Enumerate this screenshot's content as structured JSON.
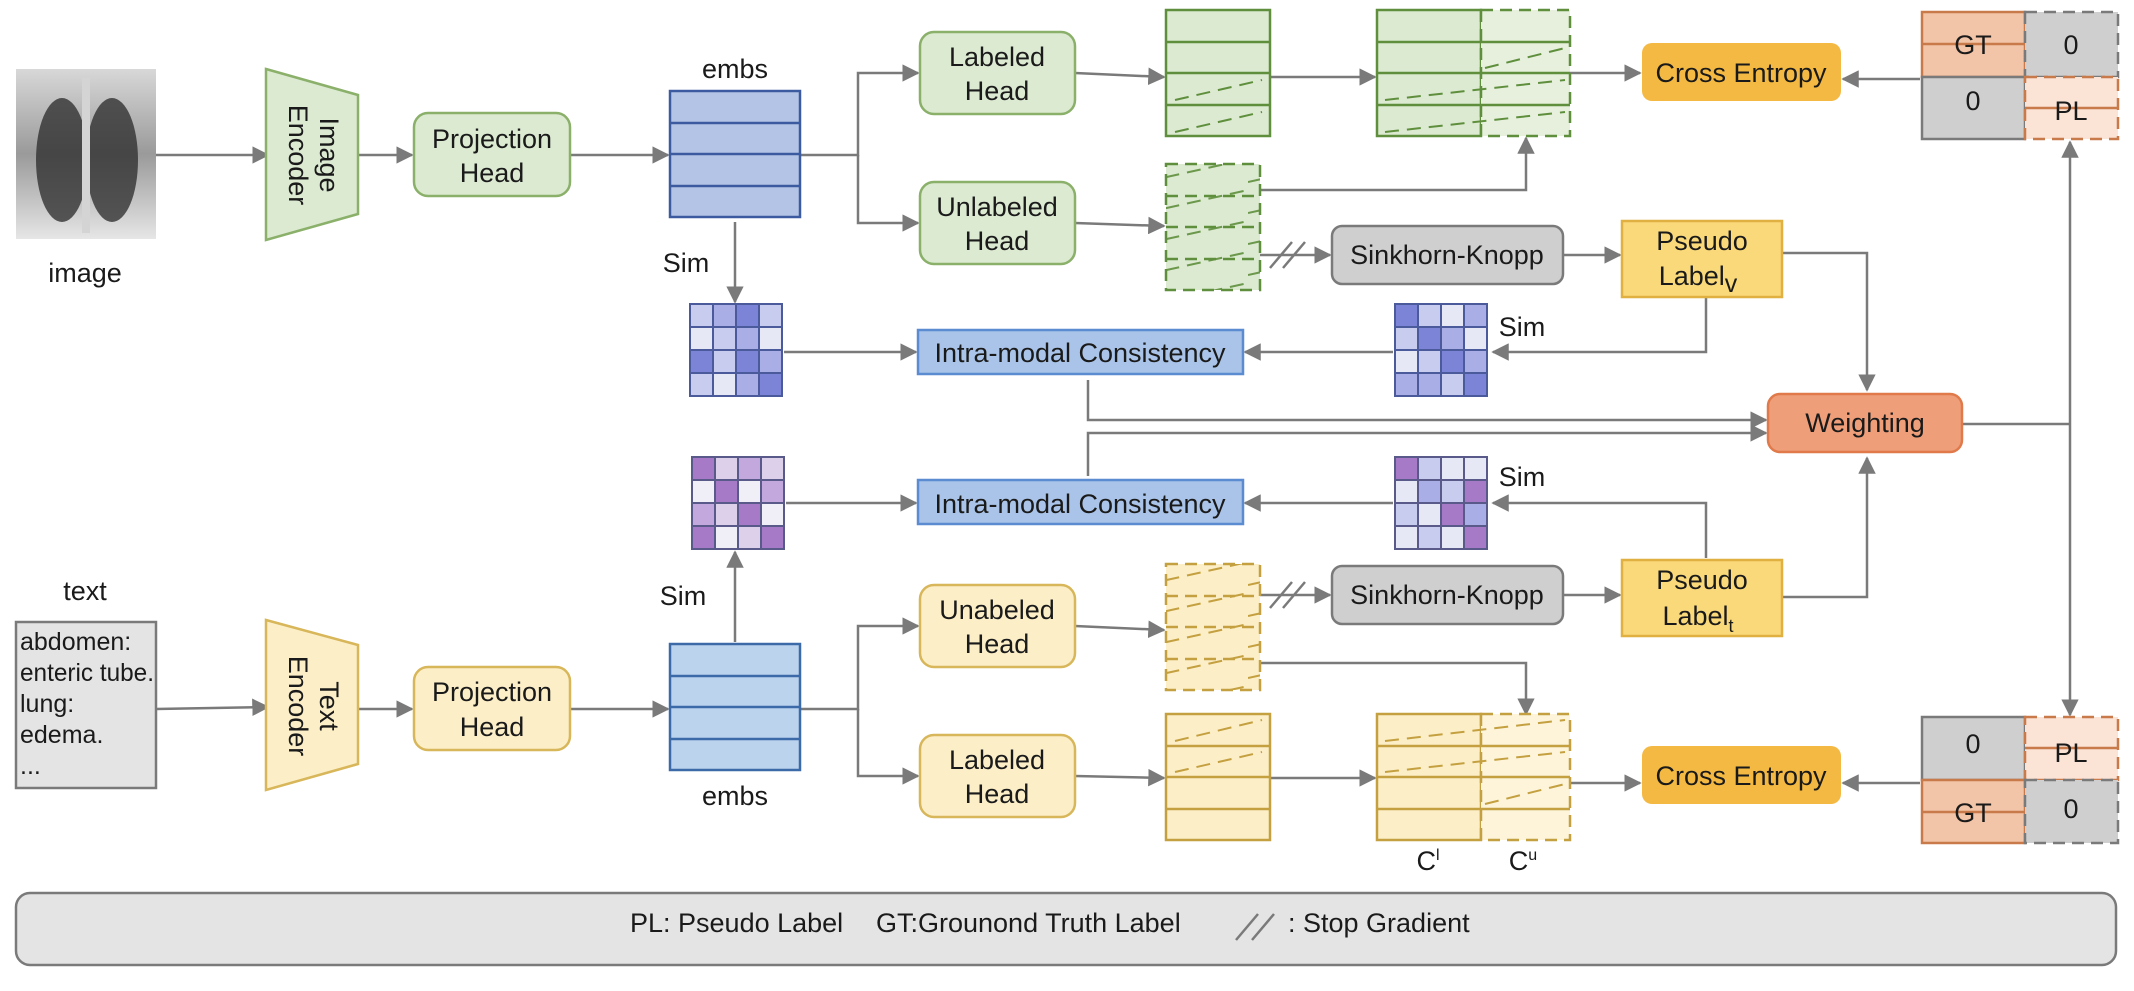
{
  "image_block": {
    "label": "image"
  },
  "image_encoder": {
    "line1": "Image",
    "line2": "Encoder"
  },
  "image_projection": {
    "line1": "Projection",
    "line2": "Head"
  },
  "image_embs": {
    "label": "embs"
  },
  "image_labeled_head": {
    "line1": "Labeled",
    "line2": "Head"
  },
  "image_unlabeled_head": {
    "line1": "Unlabeled",
    "line2": "Head"
  },
  "sinkhorn_top": "Sinkhorn-Knopp",
  "sinkhorn_bottom": "Sinkhorn-Knopp",
  "pseudo_v": {
    "line1": "Pseudo",
    "line2": "Label",
    "sub": "v"
  },
  "pseudo_t": {
    "line1": "Pseudo",
    "line2": "Label",
    "sub": "t"
  },
  "cross_entropy_top": "Cross Entropy",
  "cross_entropy_bottom": "Cross Entropy",
  "weighting": "Weighting",
  "intra_top": "Intra-modal Consistency",
  "intra_bottom": "Intra-modal Consistency",
  "sim_labels": {
    "img_sim": "Sim",
    "pl_v_sim": "Sim",
    "pl_t_sim": "Sim",
    "txt_sim": "Sim"
  },
  "text_block": {
    "title": "text",
    "lines": [
      "abdomen:",
      "enteric tube.",
      "lung:",
      "edema.",
      "..."
    ]
  },
  "text_encoder": {
    "line1": "Text",
    "line2": "Encoder"
  },
  "text_projection": {
    "line1": "Projection",
    "line2": "Head"
  },
  "text_embs": {
    "label": "embs"
  },
  "text_unlabeled_head": {
    "line1": "Unabeled",
    "line2": "Head"
  },
  "text_labeled_head": {
    "line1": "Labeled",
    "line2": "Head"
  },
  "matrix_top": {
    "gt": "GT",
    "zero_a": "0",
    "zero_b": "0",
    "pl": "PL"
  },
  "matrix_bottom": {
    "zero_a": "0",
    "pl": "PL",
    "gt": "GT",
    "zero_b": "0"
  },
  "concat_labels": {
    "c_l_base": "C",
    "c_l_sup": "l",
    "c_u_base": "C",
    "c_u_sup": "u"
  },
  "legend": {
    "pl": "PL: Pseudo Label",
    "gt": "GT:Grounond Truth Label",
    "sg": ":  Stop Gradient"
  },
  "colors": {
    "green_fill": "#dcead2",
    "green_stroke": "#8ab06a",
    "yellow_fill": "#fcefc8",
    "yellow_stroke": "#d8b65a",
    "orange_fill": "#f4b942",
    "blue_fill": "#a9c4e8",
    "blue_stroke": "#5b8bd0",
    "embs_top_fill": "#b4c4e6",
    "embs_bottom_fill": "#bcd3ee",
    "gray_fill": "#cfcfcf",
    "salmon_fill": "#ef9e7a"
  }
}
